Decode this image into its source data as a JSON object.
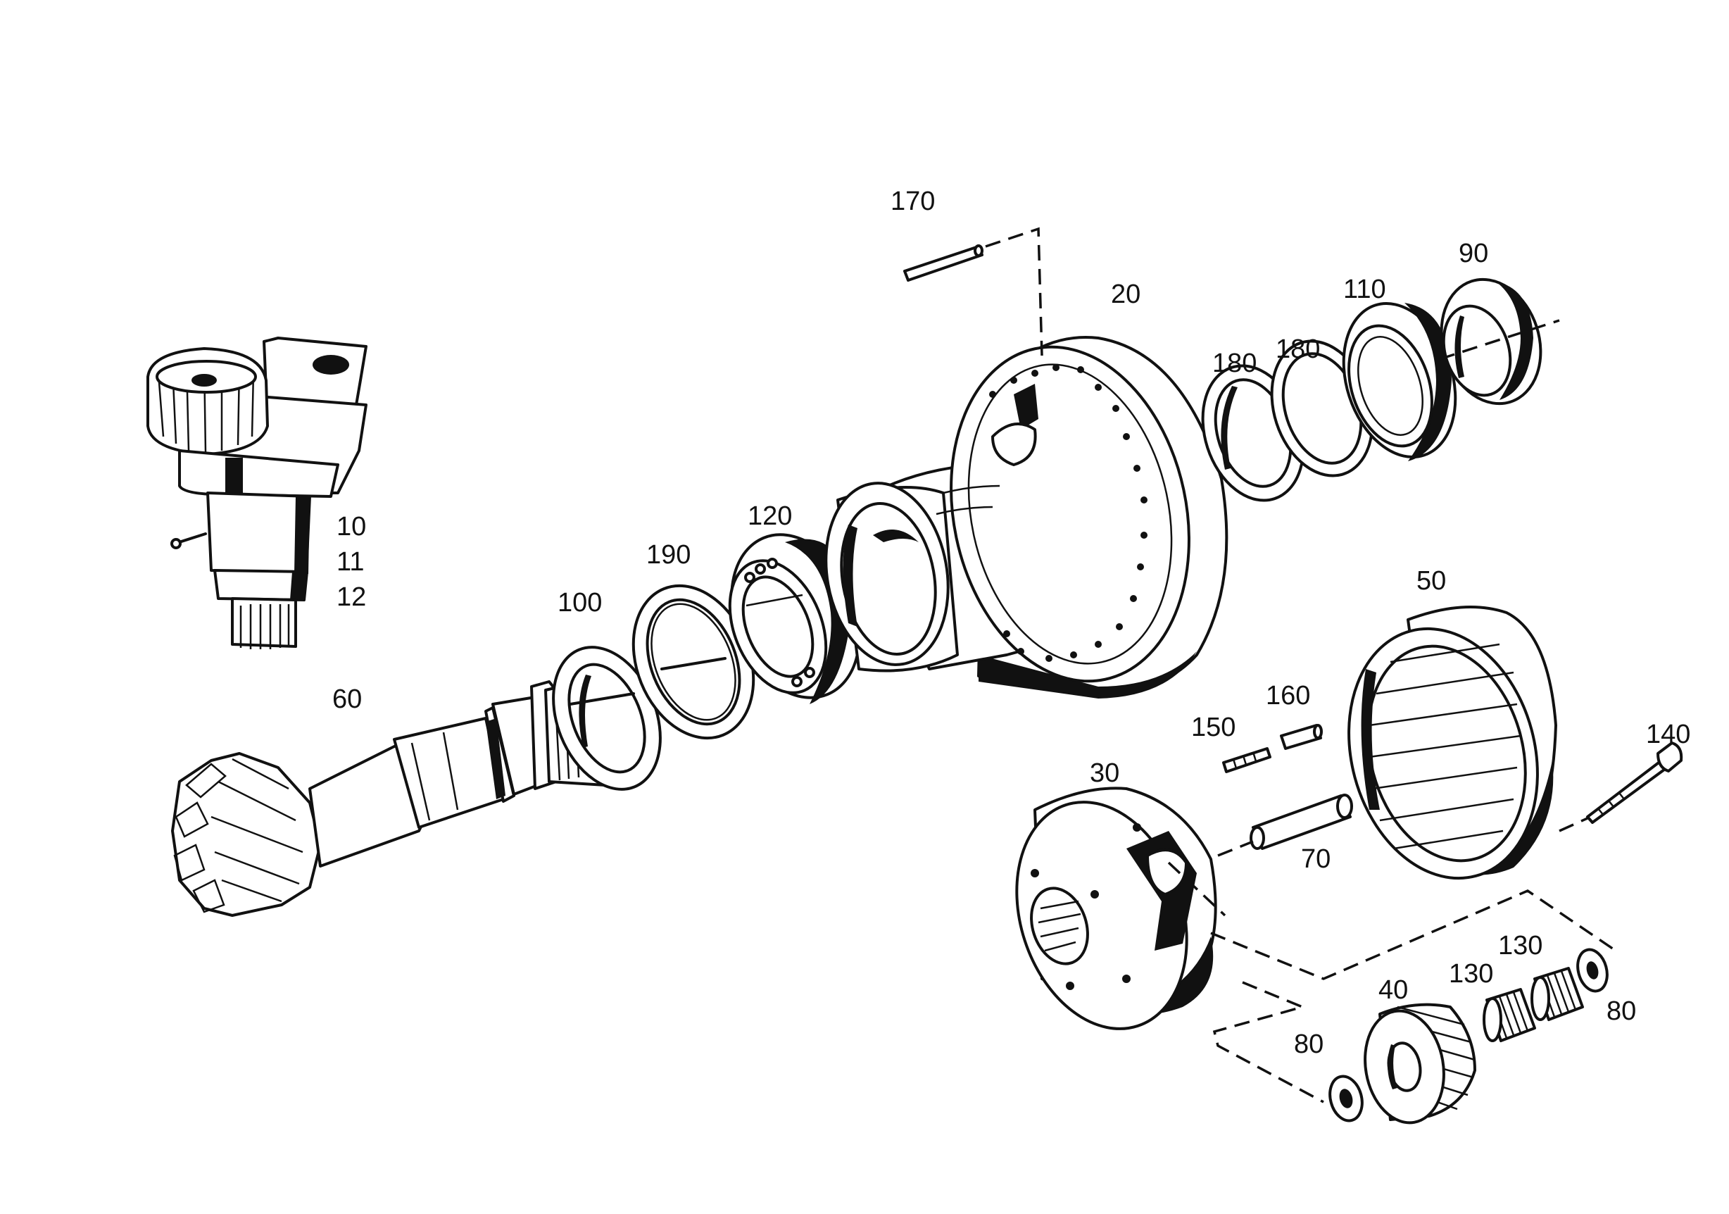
{
  "part_labels": {
    "p10": "10",
    "p11": "11",
    "p12": "12",
    "p20": "20",
    "p30": "30",
    "p40": "40",
    "p50": "50",
    "p60": "60",
    "p70": "70",
    "p80a": "80",
    "p80b": "80",
    "p90": "90",
    "p100": "100",
    "p110": "110",
    "p120": "120",
    "p130a": "130",
    "p130b": "130",
    "p140": "140",
    "p150": "150",
    "p160": "160",
    "p170": "170",
    "p180a": "180",
    "p180b": "180",
    "p190": "190"
  }
}
